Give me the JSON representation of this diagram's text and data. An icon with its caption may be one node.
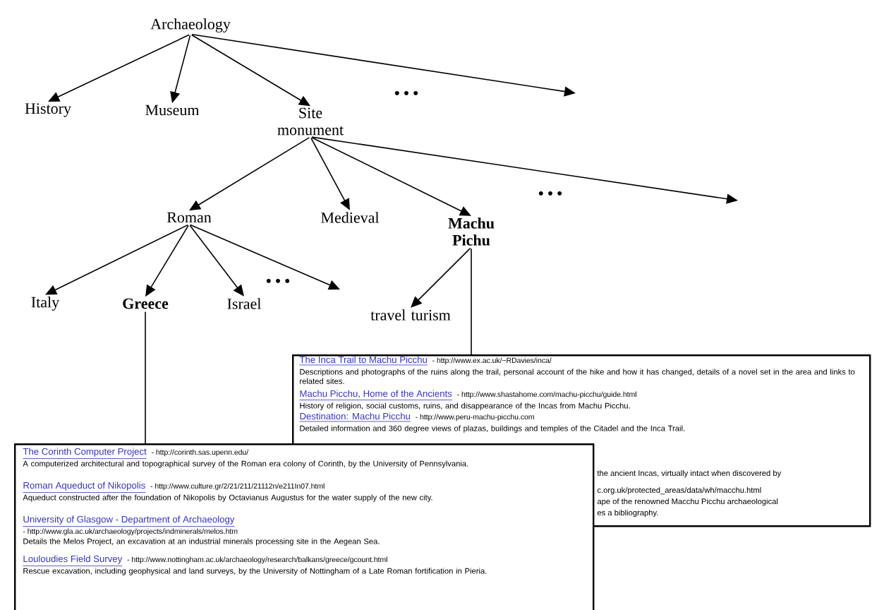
{
  "diagram": {
    "nodes": [
      {
        "text": [
          "Archaeology"
        ]
      },
      {
        "text": [
          "History"
        ]
      },
      {
        "text": [
          "Museum"
        ]
      },
      {
        "text": [
          "Site monument"
        ]
      },
      {
        "text": [
          "Roman"
        ]
      },
      {
        "text": [
          "Medieval"
        ]
      },
      {
        "text": [
          "Machu Pichu"
        ]
      },
      {
        "text": [
          "Italy"
        ]
      },
      {
        "text": [
          "Greece"
        ]
      },
      {
        "text": [
          "Israel"
        ]
      },
      {
        "text": [
          "travel turism"
        ]
      },
      {
        "text": [
          "The Inca Trail to Machu Picchu",
          "- http://www.ex.ac.uk/~RDavies/inca/",
          "Descriptions and photographs of the ruins along the trail, personal account of the hike and how it has changed, details of a novel set in the area and links to related sites.",
          "Machu Picchu, Home of the Ancients",
          "- http://www.shastahome.com/machu-picchu/guide.html",
          "History of religion, social customs, ruins, and disappearance of the Incas from Machu Picchu.",
          "Destination: Machu Picchu",
          "- http://www.peru-machu-picchu.com",
          "Detailed information and 360 degree views of plazas, buildings and temples of the Citadel and the Inca Trail.",
          "the ancient Incas, virtually intact when discovered by",
          "c.org.uk/protected_areas/data/wh/macchu.html",
          "ape of the renowned Macchu Picchu archaeological",
          "es a bibliography."
        ]
      },
      {
        "text": [
          "The Corinth Computer Project",
          "- http://corinth.sas.upenn.edu/",
          "A computerized architectural and topographical survey of the Roman era colony of Corinth, by the University of Pennsylvania.",
          "Roman Aqueduct of Nikopolis",
          "- http://www.culture.gr/2/21/211/21112n/e211In07.html",
          "Aqueduct constructed after the foundation of Nikopolis by Octavianus Augustus for the water supply of the new city.",
          "University of Glasgow - Department of Archaeology",
          "- http://www.gla.ac.uk/archaeology/projects/indminerals/melos.htm",
          "Details the Melos Project, an excavation at an industrial minerals processing site in the Aegean Sea.",
          "Louloudies Field Survey",
          "- http://www.nottingham.ac.uk/archaeology/research/balkans/greece/gcount.html",
          "Rescue excavation, including geophysical and land surveys, by the University of Nottingham of a Late Roman fortification in Pieria."
        ]
      }
    ],
    "edges": [
      {
        "from": 0,
        "to": 1,
        "arrow": "to"
      },
      {
        "from": 0,
        "to": 2,
        "arrow": "to"
      },
      {
        "from": 0,
        "to": 3,
        "arrow": "to"
      },
      {
        "from": 0,
        "to": null,
        "arrow": "to"
      },
      {
        "from": 3,
        "to": 4,
        "arrow": "to"
      },
      {
        "from": 3,
        "to": 5,
        "arrow": "to"
      },
      {
        "from": 3,
        "to": 6,
        "arrow": "to"
      },
      {
        "from": 3,
        "to": null,
        "arrow": "to"
      },
      {
        "from": 4,
        "to": 7,
        "arrow": "to"
      },
      {
        "from": 4,
        "to": 8,
        "arrow": "to"
      },
      {
        "from": 4,
        "to": 9,
        "arrow": "to"
      },
      {
        "from": 4,
        "to": null,
        "arrow": "to"
      },
      {
        "from": 6,
        "to": 10,
        "arrow": "to"
      },
      {
        "from": 6,
        "to": 11,
        "arrow": "none"
      },
      {
        "from": 8,
        "to": 12,
        "arrow": "none"
      }
    ],
    "labels": [
      "• • •",
      "• • •",
      "• • •"
    ]
  }
}
